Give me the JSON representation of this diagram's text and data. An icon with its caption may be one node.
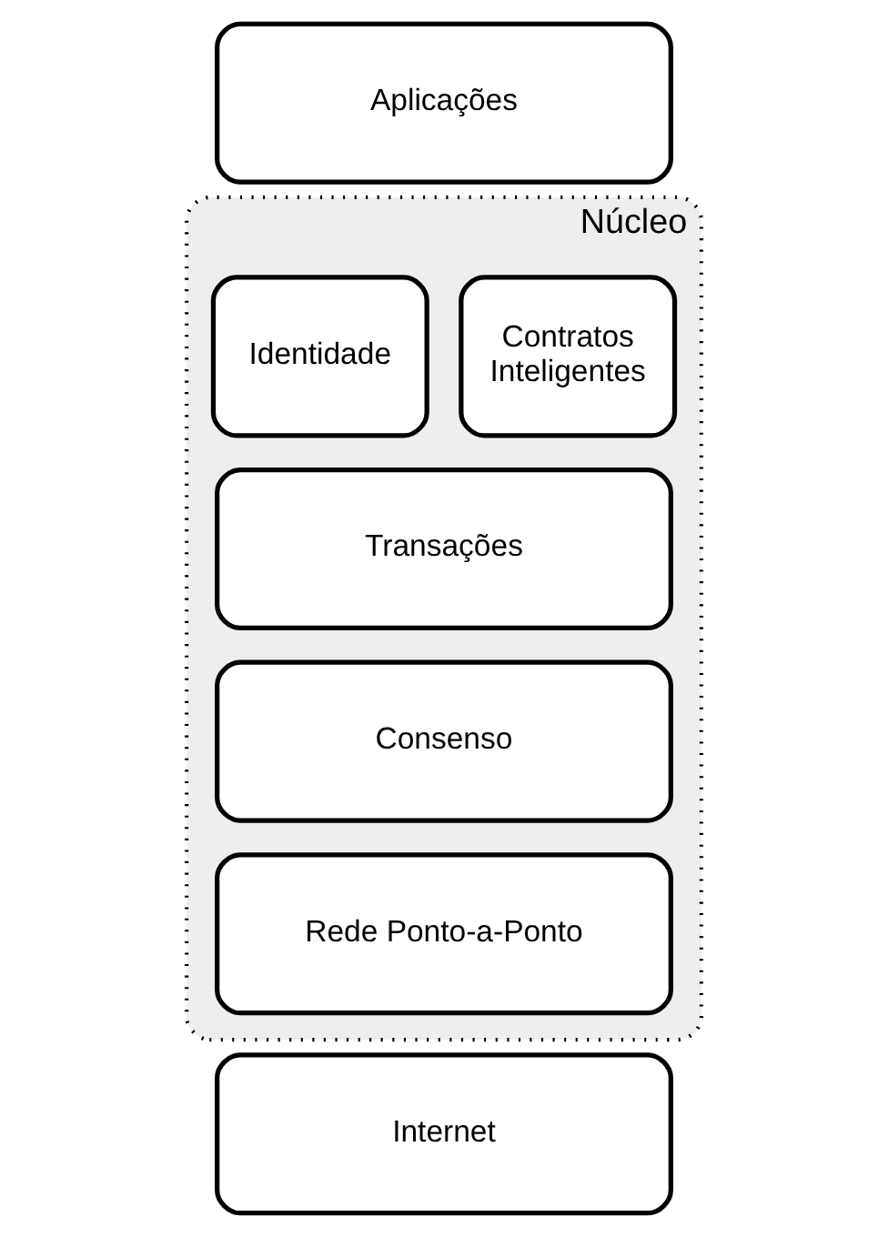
{
  "diagram": {
    "nodes": [
      {
        "text": [
          "Aplicações"
        ]
      },
      {
        "text": [
          "Núcleo"
        ]
      },
      {
        "text": [
          "Identidade"
        ],
        "in": 1
      },
      {
        "text": [
          "Contratos Inteligentes"
        ],
        "in": 1
      },
      {
        "text": [
          "Transações"
        ],
        "in": 1
      },
      {
        "text": [
          "Consenso"
        ],
        "in": 1
      },
      {
        "text": [
          "Rede Ponto-a-Ponto"
        ],
        "in": 1
      },
      {
        "text": [
          "Internet"
        ]
      }
    ]
  }
}
